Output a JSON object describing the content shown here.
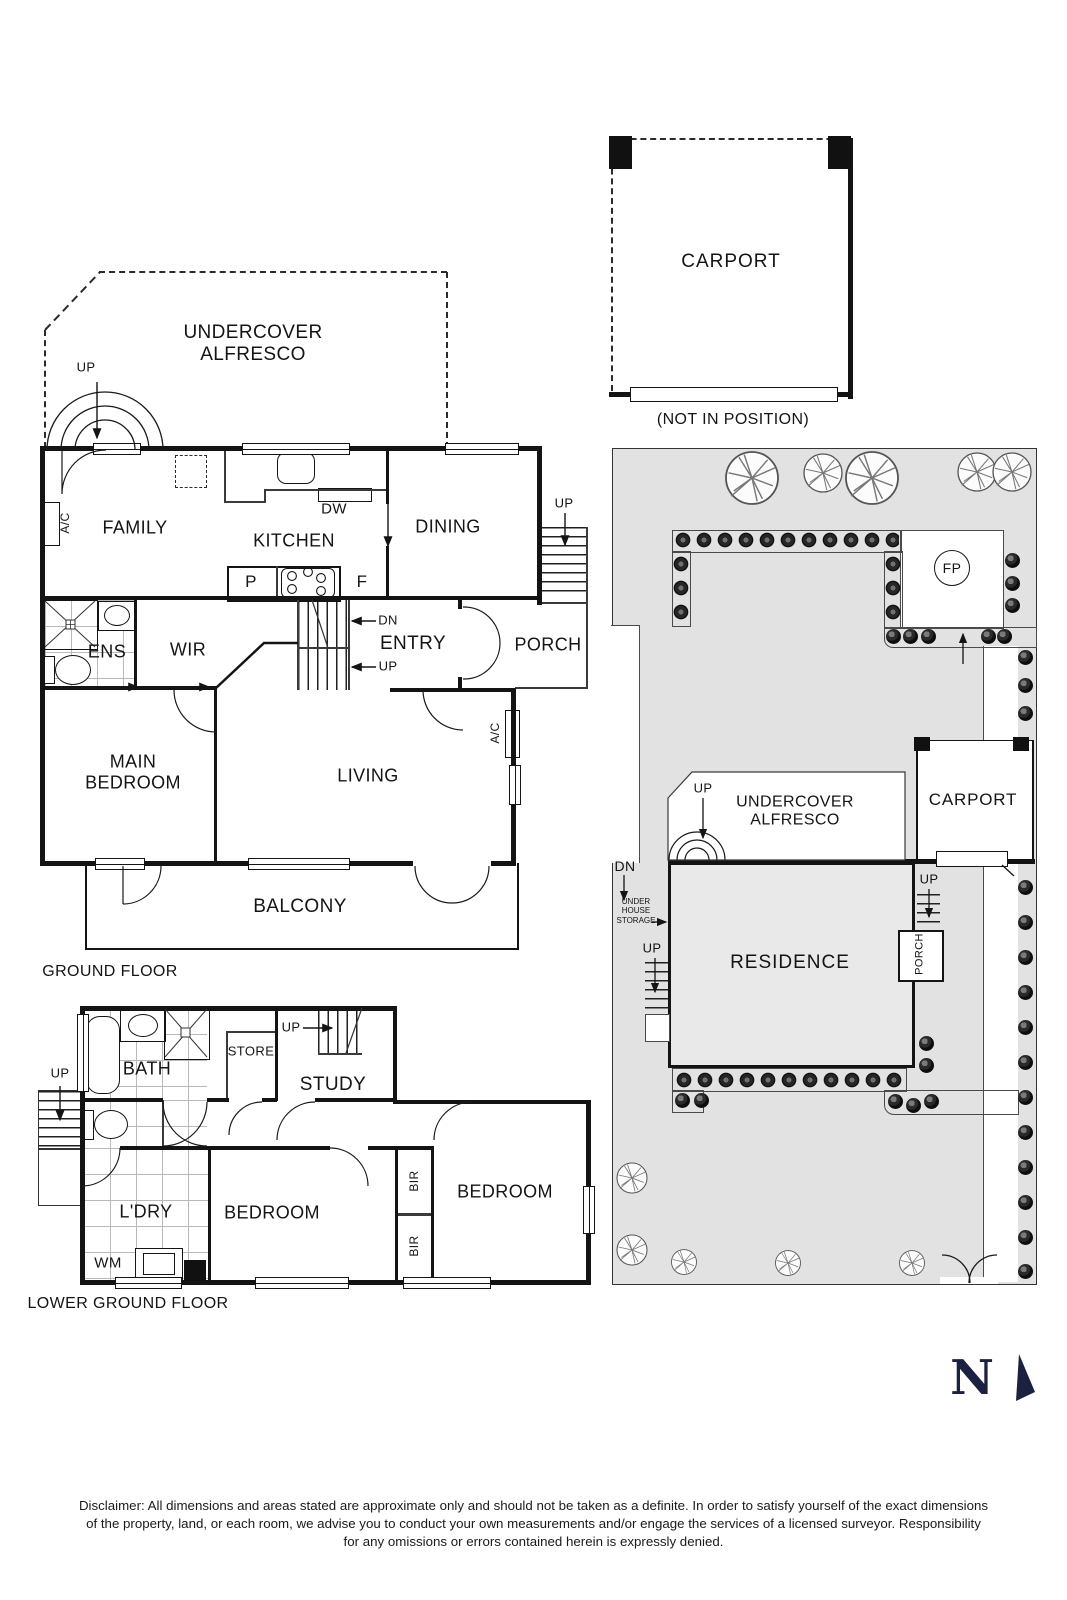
{
  "colors": {
    "wall": "#141414",
    "site_ground": "#e2e2e2",
    "residence_fill": "#e9e9e9",
    "north_arrow": "#1b2140"
  },
  "labels": {
    "up": "UP",
    "dn": "DN",
    "ac": "A/C"
  },
  "ground_floor": {
    "title": "GROUND FLOOR",
    "alfresco": "UNDERCOVER ALFRESCO",
    "family": "FAMILY",
    "kitchen": "KITCHEN",
    "dining": "DINING",
    "dw": "DW",
    "pantry": "P",
    "fridge": "F",
    "ens": "ENS",
    "wir": "WIR",
    "entry": "ENTRY",
    "porch": "PORCH",
    "main_bedroom": "MAIN BEDROOM",
    "living": "LIVING",
    "balcony": "BALCONY"
  },
  "lower_ground_floor": {
    "title": "LOWER GROUND FLOOR",
    "bath": "BATH",
    "store": "STORE",
    "study": "STUDY",
    "laundry": "L'DRY",
    "wm": "WM",
    "bedroom1": "BEDROOM",
    "bedroom2": "BEDROOM",
    "bir1": "BIR",
    "bir2": "BIR"
  },
  "site_plan": {
    "carport_detached": "CARPORT",
    "not_in_position": "(NOT IN POSITION)",
    "fp": "FP",
    "carport": "CARPORT",
    "alfresco": "UNDERCOVER ALFRESCO",
    "under_house_storage": "UNDER HOUSE STORAGE",
    "residence": "RESIDENCE",
    "porch": "PORCH"
  },
  "compass": {
    "north": "N"
  },
  "disclaimer": {
    "line1": "Disclaimer: All dimensions and areas stated are approximate only and should not be taken as a definite. In order to satisfy yourself of the exact dimensions",
    "line2": "of the property, land, or each room, we advise you to conduct your own measurements and/or engage the services of a licensed surveyor. Responsibility",
    "line3": "for any omissions or errors contained herein is expressly denied."
  }
}
